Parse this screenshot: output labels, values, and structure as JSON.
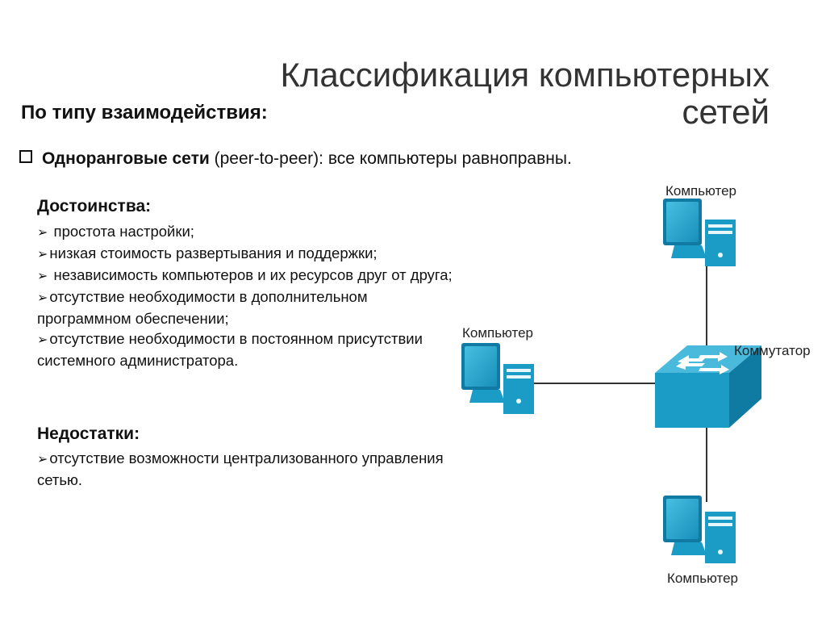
{
  "title": "Классификация компьютерных сетей",
  "subtitle": "По типу взаимодействия:",
  "intro": {
    "bold": "Одноранговые сети",
    "rest": " (peer-to-peer): все компьютеры равноправны."
  },
  "advantages": {
    "heading": "Достоинства:",
    "items": [
      "простота настройки;",
      "низкая стоимость развертывания и поддержки;",
      "независимость компьютеров и их ресурсов друг от друга;",
      "отсутствие необходимости в дополнительном программном обеспечении;",
      "отсутствие необходимости в постоянном присутствии системного администратора."
    ]
  },
  "disadvantages": {
    "heading": "Недостатки:",
    "items": [
      "отсутствие возможности централизованного управления сетью."
    ]
  },
  "diagram": {
    "computer_top": "Компьютер",
    "computer_left": "Компьютер",
    "computer_bottom": "Компьютер",
    "switch": "Коммутатор",
    "color_device": "#1a9cc6",
    "color_device_dark": "#0f6f93"
  },
  "icons": {
    "bullet": "checkbox-square-icon",
    "list_marker": "arrowhead-icon"
  }
}
